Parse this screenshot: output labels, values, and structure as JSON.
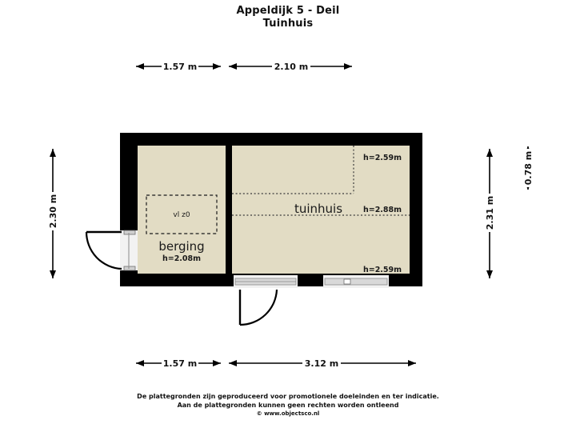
{
  "header": {
    "title": "Appeldijk 5 - Deil",
    "subtitle": "Tuinhuis"
  },
  "footer": {
    "line1": "De plattegronden zijn geproduceerd voor promotionele doeleinden en ter indicatie.",
    "line2": "Aan de plattegronden kunnen geen rechten worden ontleend",
    "line3": "© www.objectsco.nl"
  },
  "dimensions": {
    "top_left": "1.57 m",
    "top_right": "2.10 m",
    "bottom_left": "1.57 m",
    "bottom_right": "3.12 m",
    "left_outer": "2.30 m",
    "right_inner": "2.31 m",
    "right_outer": "0.78 m"
  },
  "rooms": [
    {
      "name": "berging",
      "height_label": "h=2.08m",
      "floor_note": "vl z0"
    },
    {
      "name": "tuinhuis",
      "height_label": "h=2.88m"
    }
  ],
  "ceiling_notes": {
    "top_right": "h=2.59m",
    "bottom_right": "h=2.59m"
  },
  "colors": {
    "wall": "#000000",
    "floor": "#e2dcc4",
    "background": "#ffffff",
    "text": "#111111",
    "opening": "#f2f2f2",
    "opening_stroke": "#8a8a8a"
  }
}
